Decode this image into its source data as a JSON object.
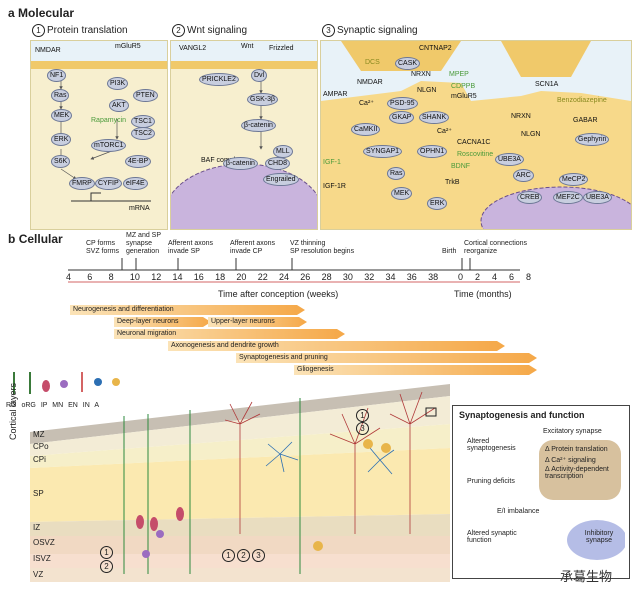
{
  "section_a": {
    "letter": "a",
    "title": "Molecular"
  },
  "panel1": {
    "num": "1",
    "title": "Protein translation",
    "nodes": [
      "NMDAR",
      "mGluR5",
      "NF1",
      "PI3K",
      "Ras",
      "AKT",
      "PTEN",
      "MEK",
      "Rapamycin",
      "TSC1",
      "TSC2",
      "mTORC1",
      "ERK",
      "S6K",
      "4E-BP",
      "FMRP",
      "CYFIP",
      "eIF4E",
      "mRNA"
    ]
  },
  "panel2": {
    "num": "2",
    "title": "Wnt signaling",
    "nodes": [
      "VANGL2",
      "Wnt",
      "Frizzled",
      "PRICKLE2",
      "Dvl",
      "GSK-3β",
      "β-catenin",
      "BAF complex",
      "β-catenin",
      "CHD8",
      "MLL",
      "Engrailed"
    ]
  },
  "panel3": {
    "num": "3",
    "title": "Synaptic signaling",
    "nodes": [
      "CNTNAP2",
      "DCS",
      "CASK",
      "NMDAR",
      "NRXN",
      "MPEP",
      "AMPAR",
      "Ca²⁺",
      "PSD-95",
      "NLGN",
      "CDPPB",
      "mGluR5",
      "GKAP",
      "SHANK",
      "SCN1A",
      "Benzodiazepine",
      "NRXN",
      "GABAR",
      "CaMKII",
      "Ca²⁺",
      "CACNA1C",
      "NLGN",
      "Gephyrin",
      "Roscovitine",
      "SYNGAP1",
      "OPHN1",
      "IGF-1",
      "BDNF",
      "UBE3A",
      "Ras",
      "ARC",
      "MeCP2",
      "IGF-1R",
      "TrkB",
      "MEK",
      "CREB",
      "MEF2C",
      "UBE3A",
      "ERK"
    ]
  },
  "section_b": {
    "letter": "b",
    "title": "Cellular"
  },
  "timeline": {
    "events": [
      {
        "text": "CP forms\nSVZ forms"
      },
      {
        "text": "MZ and SP\nsynapse\ngeneration"
      },
      {
        "text": "Afferent axons\ninvade SP"
      },
      {
        "text": "Afferent axons\ninvade CP"
      },
      {
        "text": "VZ thinning\nSP resolution begins"
      },
      {
        "text": "Birth"
      },
      {
        "text": "Cortical connections\nreorganize"
      }
    ],
    "weeks": [
      "4",
      "6",
      "8",
      "10",
      "12",
      "14",
      "16",
      "18",
      "20",
      "22",
      "24",
      "26",
      "28",
      "30",
      "32",
      "34",
      "36",
      "38"
    ],
    "months": [
      "0",
      "2",
      "4",
      "6",
      "8"
    ],
    "axis_weeks": "Time after conception (weeks)",
    "axis_months": "Time (months)"
  },
  "processes": [
    "Neurogenesis and differentiation",
    "Deep-layer neurons",
    "Upper-layer neurons",
    "Neuronal migration",
    "Axonogenesis and dendrite growth",
    "Synaptogenesis and pruning",
    "Gliogenesis"
  ],
  "cell_types": [
    "RG",
    "oRG",
    "IP",
    "MN",
    "EN",
    "IN",
    "A"
  ],
  "layers": [
    "MZ",
    "CPo",
    "CPi",
    "SP",
    "IZ",
    "OSVZ",
    "ISVZ",
    "VZ"
  ],
  "layers_axis": "Cortical layers",
  "markers": {
    "a": "1",
    "b": "3",
    "c": "1",
    "d": "2",
    "e": "1",
    "f": "2",
    "g": "3"
  },
  "synapto_box": {
    "title": "Synaptogenesis and function",
    "excitatory": "Excitatory synapse",
    "deltas": [
      "Δ Protein translation",
      "Δ Ca²⁺ signaling",
      "Δ Activity-dependent transcription"
    ],
    "altered_synaptogenesis": "Altered synaptogenesis",
    "pruning": "Pruning deficits",
    "ei": "E/I imbalance",
    "altered_function": "Altered synaptic function",
    "inhibitory": "Inhibitory synapse"
  },
  "watermark": "承葛生物",
  "colors": {
    "cyto": "#f7efcf",
    "membrane": "#f0c96a",
    "nucleus": "#c9b4dd",
    "node": "#c8cedf",
    "bar": "#f5a848"
  }
}
